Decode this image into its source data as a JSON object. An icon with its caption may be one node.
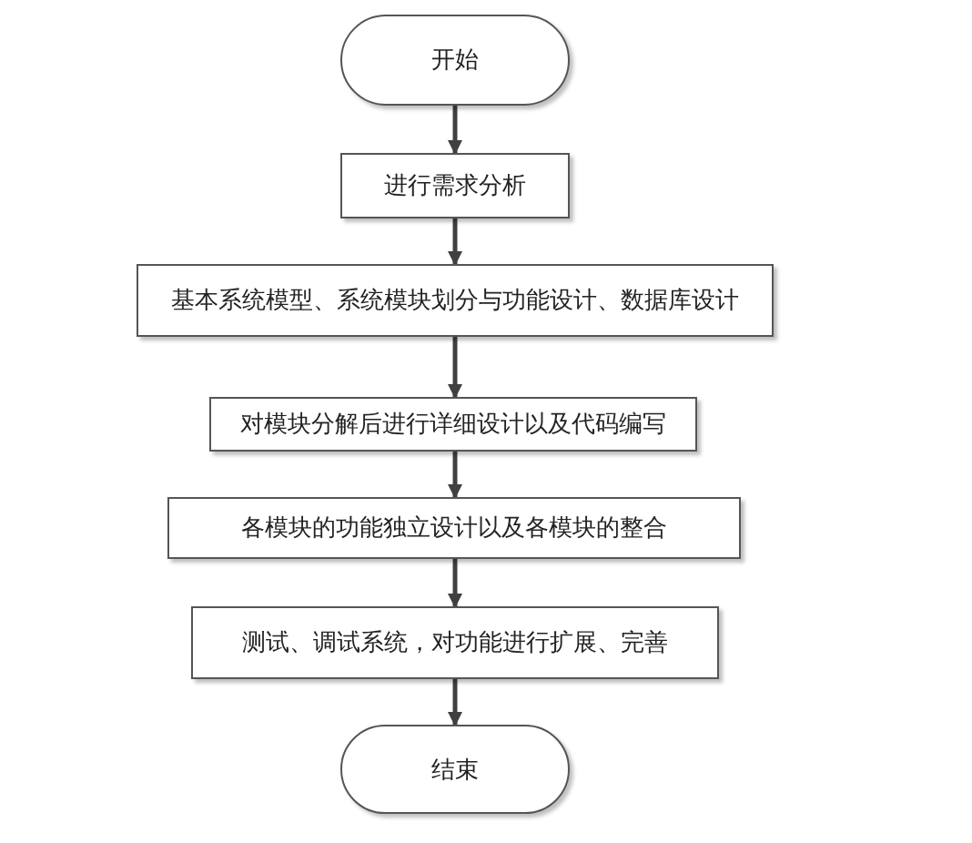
{
  "diagram": {
    "nodes": [
      {
        "text": [
          "开始"
        ]
      },
      {
        "text": [
          "进行需求分析"
        ]
      },
      {
        "text": [
          "基本系统模型、系统模块划分与功能设计、数据库设计"
        ]
      },
      {
        "text": [
          "对模块分解后进行详细设计以及代码编写"
        ]
      },
      {
        "text": [
          "各模块的功能独立设计以及各模块的整合"
        ]
      },
      {
        "text": [
          "测试、调试系统，对功能进行扩展、完善"
        ]
      },
      {
        "text": [
          "结束"
        ]
      }
    ],
    "edges": [
      {
        "from": 0,
        "to": 1,
        "arrow": "to"
      },
      {
        "from": 1,
        "to": 2,
        "arrow": "to"
      },
      {
        "from": 2,
        "to": 3,
        "arrow": "to"
      },
      {
        "from": 3,
        "to": 4,
        "arrow": "to"
      },
      {
        "from": 4,
        "to": 5,
        "arrow": "to"
      },
      {
        "from": 5,
        "to": 6,
        "arrow": "to"
      }
    ]
  }
}
